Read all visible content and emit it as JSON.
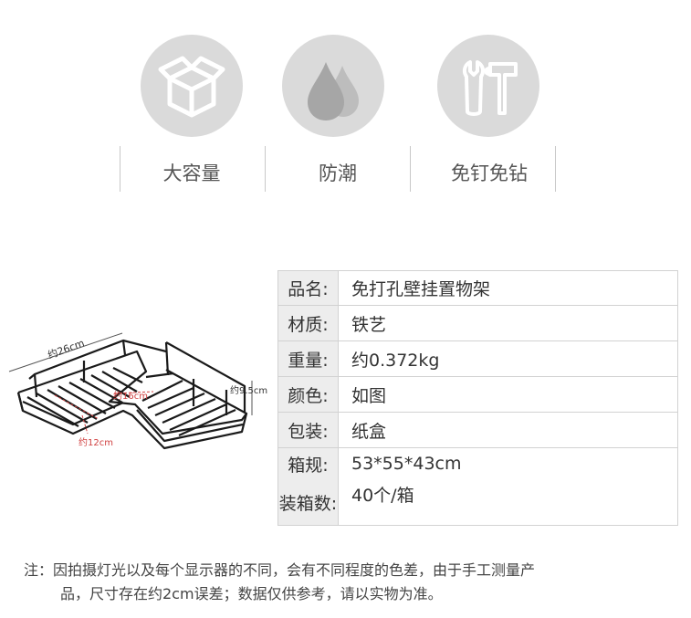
{
  "features": [
    {
      "icon": "box-icon",
      "label": "大容量"
    },
    {
      "icon": "water-drops-icon",
      "label": "防潮"
    },
    {
      "icon": "tools-icon",
      "label": "免钉免钻"
    }
  ],
  "product_image": {
    "labels": {
      "width": "约26cm",
      "height": "约9.5cm",
      "depth": "约12cm",
      "inner": "约16cm"
    }
  },
  "specs": [
    {
      "key": "品名:",
      "value": "免打孔壁挂置物架"
    },
    {
      "key": "材质:",
      "value": "铁艺"
    },
    {
      "key": "重量:",
      "value": "约0.372kg"
    },
    {
      "key": "颜色:",
      "value": "如图"
    },
    {
      "key": "包装:",
      "value": "纸盒"
    },
    {
      "key": "箱规:",
      "value": "53*55*43cm"
    },
    {
      "key": "装箱数:",
      "value": "40个/箱"
    }
  ],
  "note": {
    "line1": "注：因拍摄灯光以及每个显示器的不同，会有不同程度的色差，由于手工测量产",
    "line2": "品，尺寸存在约2cm误差；数据仅供参考，请以实物为准。"
  },
  "colors": {
    "circle": "#dadada",
    "icon_white": "#ffffff",
    "drop": "#a6a6a6",
    "drop_light": "#bdbdbd",
    "table_key_bg": "#ededed",
    "rack": "#1a1a1a",
    "dim_red": "#d04040"
  }
}
